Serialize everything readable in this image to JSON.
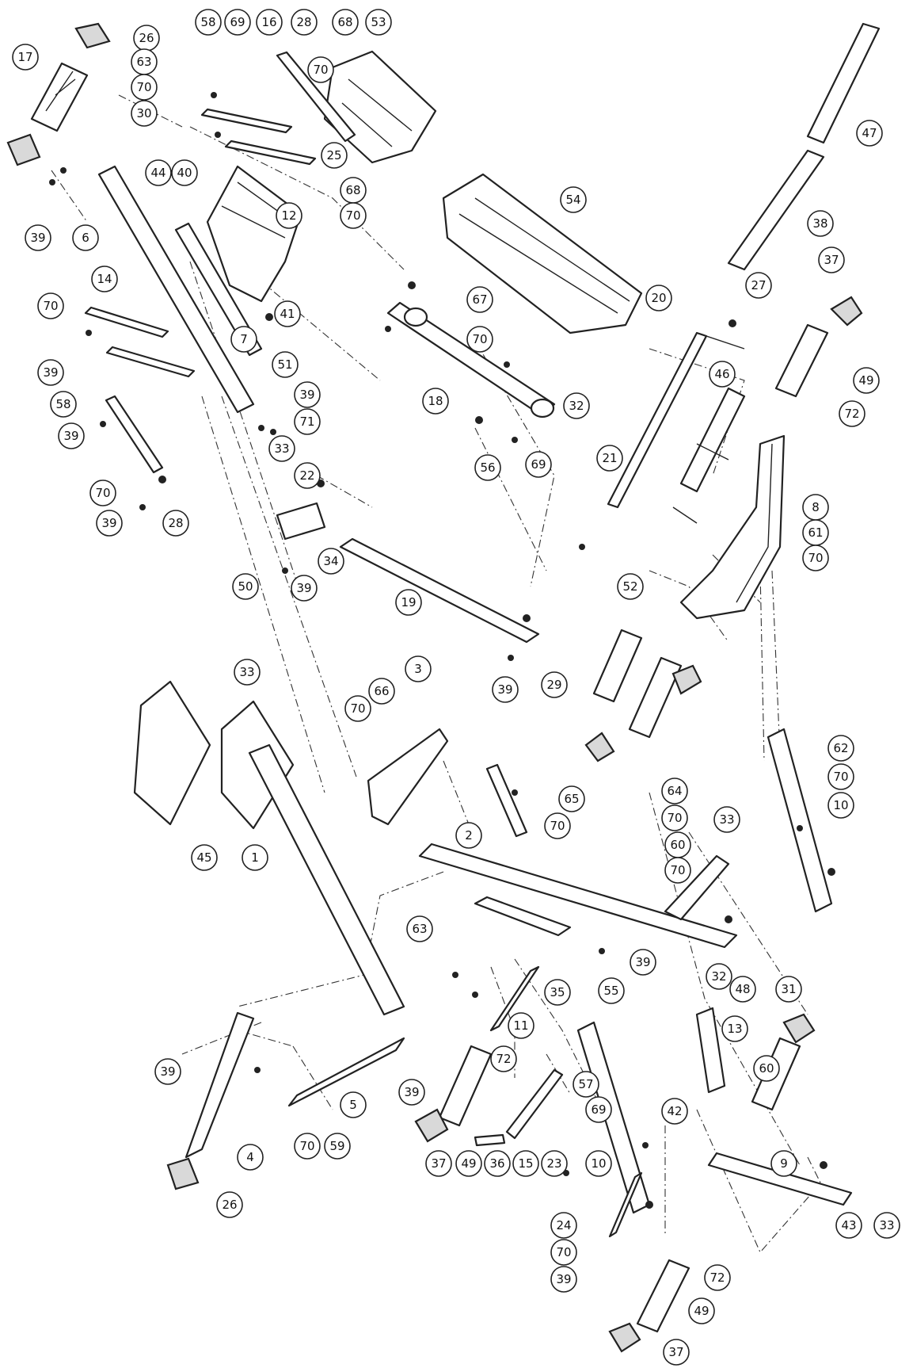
{
  "callouts": [
    {
      "id": "c01",
      "label": "17"
    },
    {
      "id": "c02",
      "label": "26"
    },
    {
      "id": "c03",
      "label": "58"
    },
    {
      "id": "c04",
      "label": "69"
    },
    {
      "id": "c05",
      "label": "16"
    },
    {
      "id": "c06",
      "label": "28"
    },
    {
      "id": "c07",
      "label": "68"
    },
    {
      "id": "c08",
      "label": "53"
    },
    {
      "id": "c09",
      "label": "63"
    },
    {
      "id": "c10",
      "label": "70"
    },
    {
      "id": "c11",
      "label": "70"
    },
    {
      "id": "c12",
      "label": "30"
    },
    {
      "id": "c13",
      "label": "44"
    },
    {
      "id": "c14",
      "label": "40"
    },
    {
      "id": "c15",
      "label": "25"
    },
    {
      "id": "c16",
      "label": "68"
    },
    {
      "id": "c17",
      "label": "70"
    },
    {
      "id": "c18",
      "label": "12"
    },
    {
      "id": "c19",
      "label": "47"
    },
    {
      "id": "c20",
      "label": "39"
    },
    {
      "id": "c21",
      "label": "6"
    },
    {
      "id": "c22",
      "label": "54"
    },
    {
      "id": "c23",
      "label": "38"
    },
    {
      "id": "c24",
      "label": "70"
    },
    {
      "id": "c25",
      "label": "14"
    },
    {
      "id": "c26",
      "label": "7"
    },
    {
      "id": "c27",
      "label": "41"
    },
    {
      "id": "c28",
      "label": "37"
    },
    {
      "id": "c29",
      "label": "67"
    },
    {
      "id": "c30",
      "label": "70"
    },
    {
      "id": "c31",
      "label": "27"
    },
    {
      "id": "c32",
      "label": "20"
    },
    {
      "id": "c33",
      "label": "39"
    },
    {
      "id": "c34",
      "label": "51"
    },
    {
      "id": "c35",
      "label": "39"
    },
    {
      "id": "c36",
      "label": "71"
    },
    {
      "id": "c37",
      "label": "18"
    },
    {
      "id": "c38",
      "label": "46"
    },
    {
      "id": "c39",
      "label": "49"
    },
    {
      "id": "c40",
      "label": "72"
    },
    {
      "id": "c41",
      "label": "58"
    },
    {
      "id": "c42",
      "label": "39"
    },
    {
      "id": "c43",
      "label": "32"
    },
    {
      "id": "c44",
      "label": "56"
    },
    {
      "id": "c45",
      "label": "69"
    },
    {
      "id": "c46",
      "label": "33"
    },
    {
      "id": "c47",
      "label": "22"
    },
    {
      "id": "c48",
      "label": "21"
    },
    {
      "id": "c49",
      "label": "70"
    },
    {
      "id": "c50",
      "label": "39"
    },
    {
      "id": "c51",
      "label": "28"
    },
    {
      "id": "c52",
      "label": "8"
    },
    {
      "id": "c53",
      "label": "61"
    },
    {
      "id": "c54",
      "label": "70"
    },
    {
      "id": "c55",
      "label": "50"
    },
    {
      "id": "c56",
      "label": "39"
    },
    {
      "id": "c57",
      "label": "34"
    },
    {
      "id": "c58",
      "label": "19"
    },
    {
      "id": "c59",
      "label": "52"
    },
    {
      "id": "c60",
      "label": "39"
    },
    {
      "id": "c61",
      "label": "29"
    },
    {
      "id": "c62",
      "label": "33"
    },
    {
      "id": "c63",
      "label": "66"
    },
    {
      "id": "c64",
      "label": "3"
    },
    {
      "id": "c65",
      "label": "70"
    },
    {
      "id": "c66",
      "label": "62"
    },
    {
      "id": "c67",
      "label": "70"
    },
    {
      "id": "c68",
      "label": "10"
    },
    {
      "id": "c69",
      "label": "65"
    },
    {
      "id": "c70",
      "label": "70"
    },
    {
      "id": "c71",
      "label": "64"
    },
    {
      "id": "c72",
      "label": "70"
    },
    {
      "id": "c73",
      "label": "33"
    },
    {
      "id": "c74",
      "label": "60"
    },
    {
      "id": "c75",
      "label": "70"
    },
    {
      "id": "c76",
      "label": "2"
    },
    {
      "id": "c77",
      "label": "45"
    },
    {
      "id": "c78",
      "label": "1"
    },
    {
      "id": "c79",
      "label": "63"
    },
    {
      "id": "c80",
      "label": "35"
    },
    {
      "id": "c81",
      "label": "55"
    },
    {
      "id": "c82",
      "label": "39"
    },
    {
      "id": "c83",
      "label": "32"
    },
    {
      "id": "c84",
      "label": "48"
    },
    {
      "id": "c85",
      "label": "31"
    },
    {
      "id": "c86",
      "label": "39"
    },
    {
      "id": "c87",
      "label": "72"
    },
    {
      "id": "c88",
      "label": "11"
    },
    {
      "id": "c89",
      "label": "13"
    },
    {
      "id": "c90",
      "label": "60"
    },
    {
      "id": "c91",
      "label": "39"
    },
    {
      "id": "c92",
      "label": "5"
    },
    {
      "id": "c93",
      "label": "57"
    },
    {
      "id": "c94",
      "label": "69"
    },
    {
      "id": "c95",
      "label": "42"
    },
    {
      "id": "c96",
      "label": "70"
    },
    {
      "id": "c97",
      "label": "59"
    },
    {
      "id": "c98",
      "label": "37"
    },
    {
      "id": "c99",
      "label": "49"
    },
    {
      "id": "c100",
      "label": "36"
    },
    {
      "id": "c101",
      "label": "15"
    },
    {
      "id": "c102",
      "label": "23"
    },
    {
      "id": "c103",
      "label": "10"
    },
    {
      "id": "c104",
      "label": "9"
    },
    {
      "id": "c105",
      "label": "4"
    },
    {
      "id": "c106",
      "label": "26"
    },
    {
      "id": "c107",
      "label": "24"
    },
    {
      "id": "c108",
      "label": "70"
    },
    {
      "id": "c109",
      "label": "39"
    },
    {
      "id": "c110",
      "label": "72"
    },
    {
      "id": "c111",
      "label": "43"
    },
    {
      "id": "c112",
      "label": "33"
    },
    {
      "id": "c113",
      "label": "49"
    },
    {
      "id": "c114",
      "label": "37"
    }
  ]
}
